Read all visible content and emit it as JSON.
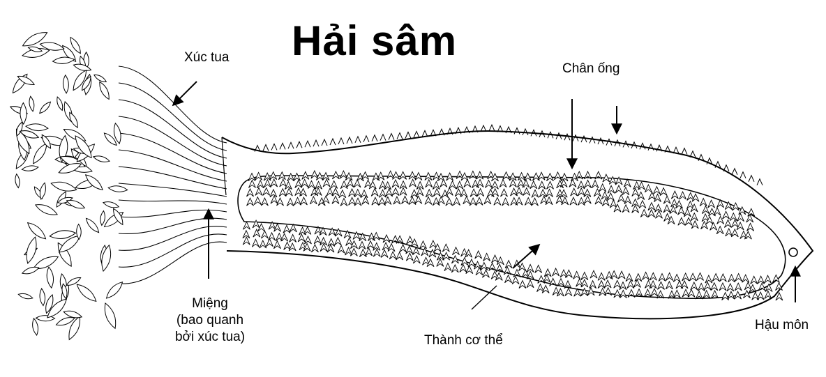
{
  "title": "Hải sâm",
  "labels": {
    "tentacles": "Xúc tua",
    "tube_feet": "Chân ống",
    "mouth_line1": "Miệng",
    "mouth_line2": "(bao quanh",
    "mouth_line3": "bởi xúc tua)",
    "body_wall": "Thành cơ thể",
    "anus": "Hậu môn"
  },
  "colors": {
    "ink": "#000000",
    "background": "#ffffff"
  }
}
